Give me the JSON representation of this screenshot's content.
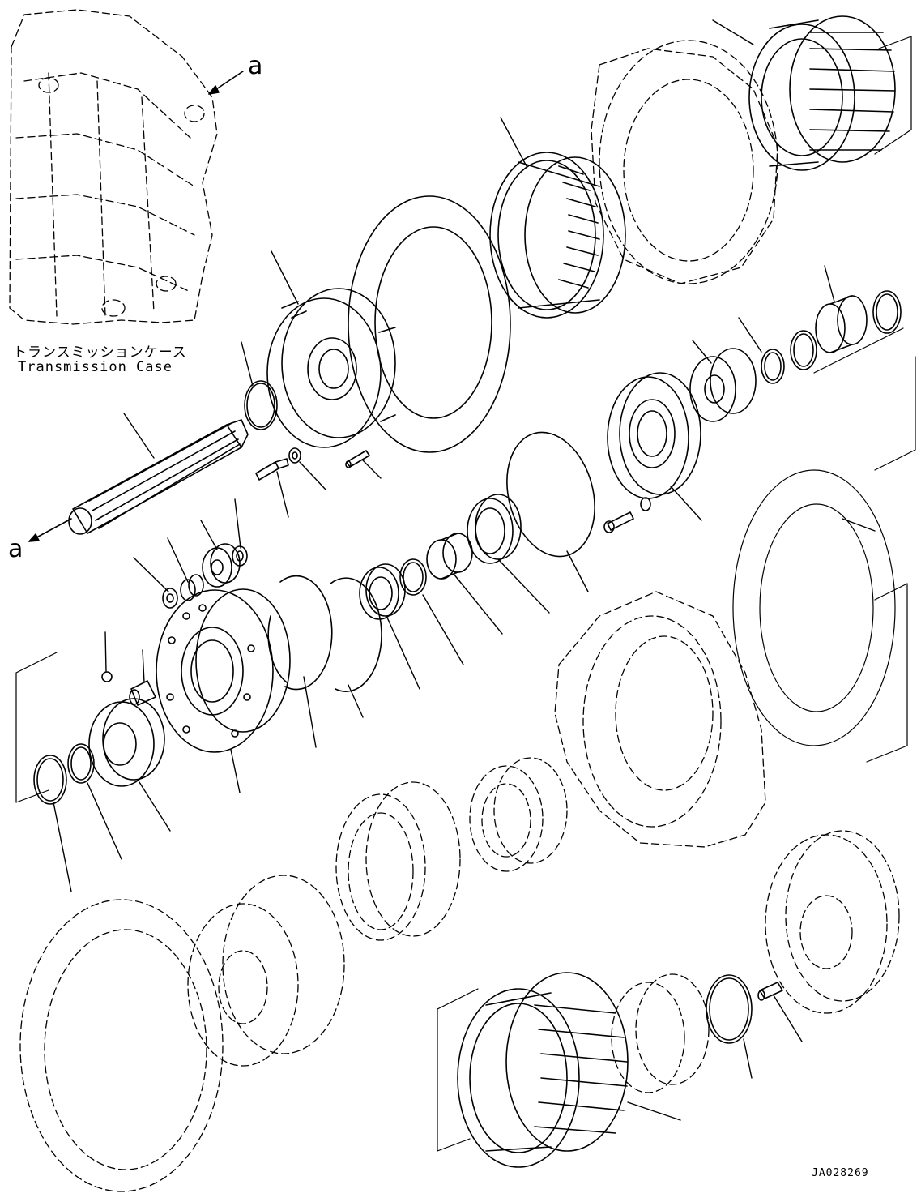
{
  "labels": {
    "case_japanese": "トランスミッションケース",
    "case_english": "Transmission Case",
    "callout_upper": "a",
    "callout_lower": "a",
    "document_number": "JA028269"
  },
  "colors": {
    "line": "#000000",
    "background": "#ffffff"
  }
}
